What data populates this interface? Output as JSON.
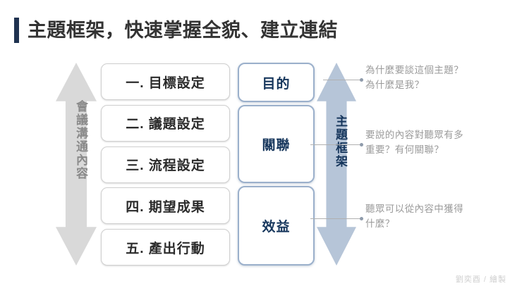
{
  "slide": {
    "title": "主題框架，快速掌握全貌、建立連結",
    "accent_color": "#1f3250",
    "background": "#ffffff",
    "credit": "劉奕酉 / 繪製"
  },
  "left_arrow": {
    "label": "會議溝通內容",
    "color": "#d9d9d9",
    "text_color": "#8a8a8a",
    "direction": "double-vertical"
  },
  "right_arrow": {
    "label": "主題框架",
    "color": "#b6c5d8",
    "text_color": "#16365c",
    "direction": "double-vertical"
  },
  "left_boxes": [
    {
      "label": "一. 目標設定"
    },
    {
      "label": "二. 議題設定"
    },
    {
      "label": "三. 流程設定"
    },
    {
      "label": "四. 期望成果"
    },
    {
      "label": "五. 產出行動"
    }
  ],
  "mid_boxes": [
    {
      "label": "目的"
    },
    {
      "label": "關聯"
    },
    {
      "label": "效益"
    }
  ],
  "notes": [
    {
      "text": "為什麼要談這個主題？\n為什麼是我？"
    },
    {
      "text": "要說的內容對聽眾有多\n重要？有何關聯？"
    },
    {
      "text": "聽眾可以從內容中獲得\n什麼？"
    }
  ]
}
